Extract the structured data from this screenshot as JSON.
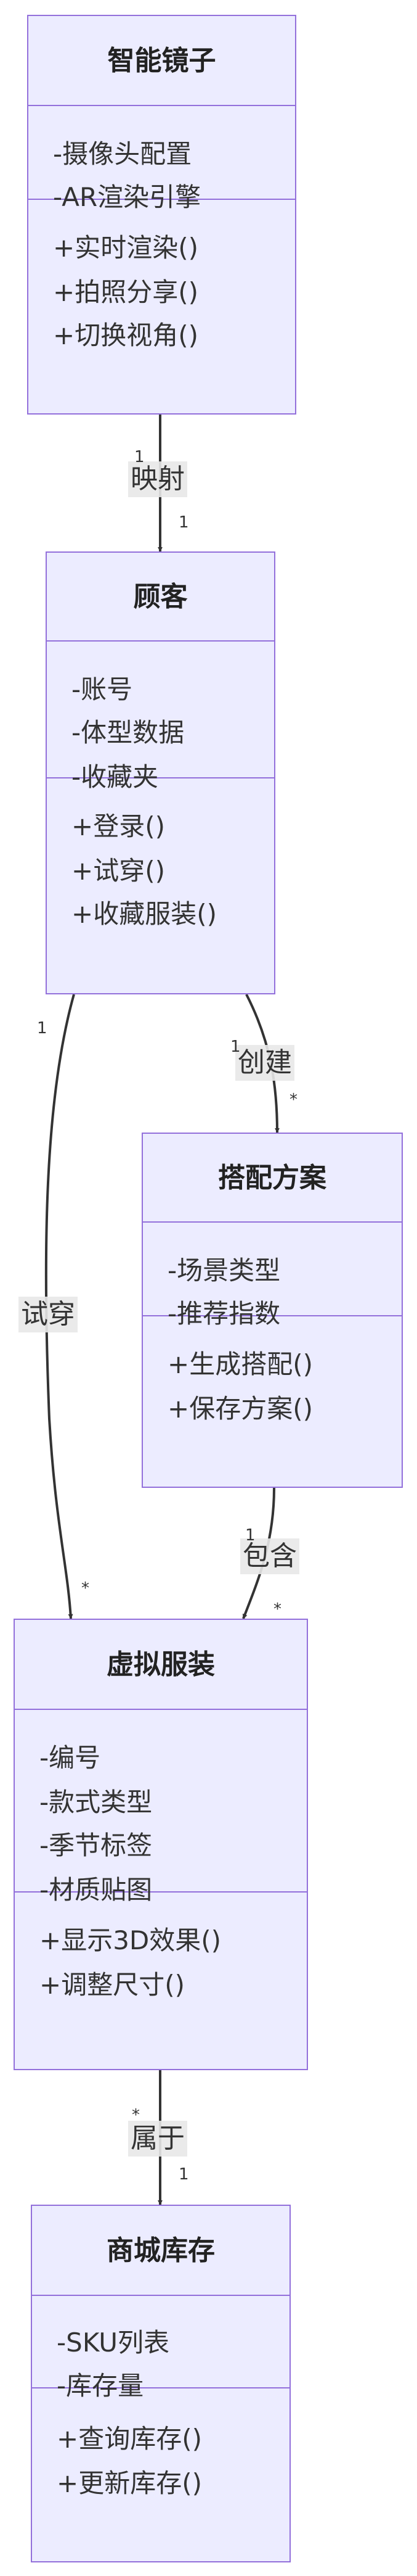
{
  "classes": {
    "mirror": {
      "name": "智能镜子",
      "attributes": [
        "-摄像头配置",
        "-AR渲染引擎"
      ],
      "methods": [
        "+实时渲染()",
        "+拍照分享()",
        "+切换视角()"
      ]
    },
    "customer": {
      "name": "顾客",
      "attributes": [
        "-账号",
        "-体型数据",
        "-收藏夹"
      ],
      "methods": [
        "+登录()",
        "+试穿()",
        "+收藏服装()"
      ]
    },
    "outfit": {
      "name": "搭配方案",
      "attributes": [
        "-场景类型",
        "-推荐指数"
      ],
      "methods": [
        "+生成搭配()",
        "+保存方案()"
      ]
    },
    "garment": {
      "name": "虚拟服装",
      "attributes": [
        "-编号",
        "-款式类型",
        "-季节标签",
        "-材质贴图"
      ],
      "methods": [
        "+显示3D效果()",
        "+调整尺寸()"
      ]
    },
    "stock": {
      "name": "商城库存",
      "attributes": [
        "-SKU列表",
        "-库存量"
      ],
      "methods": [
        "+查询库存()",
        "+更新库存()"
      ]
    }
  },
  "relations": [
    {
      "id": "mirror-customer",
      "label": "映射",
      "source_mult": "1",
      "target_mult": "1"
    },
    {
      "id": "customer-outfit",
      "label": "创建",
      "source_mult": "1",
      "target_mult": "*"
    },
    {
      "id": "customer-garment",
      "label": "试穿",
      "source_mult": "1",
      "target_mult": "*"
    },
    {
      "id": "outfit-garment",
      "label": "包含",
      "source_mult": "1",
      "target_mult": "*"
    },
    {
      "id": "garment-stock",
      "label": "属于",
      "source_mult": "*",
      "target_mult": "1"
    }
  ],
  "colors": {
    "fill": "#ececff",
    "border": "#9370db",
    "edge": "#333333",
    "label_bg": "#e8e8e8"
  }
}
